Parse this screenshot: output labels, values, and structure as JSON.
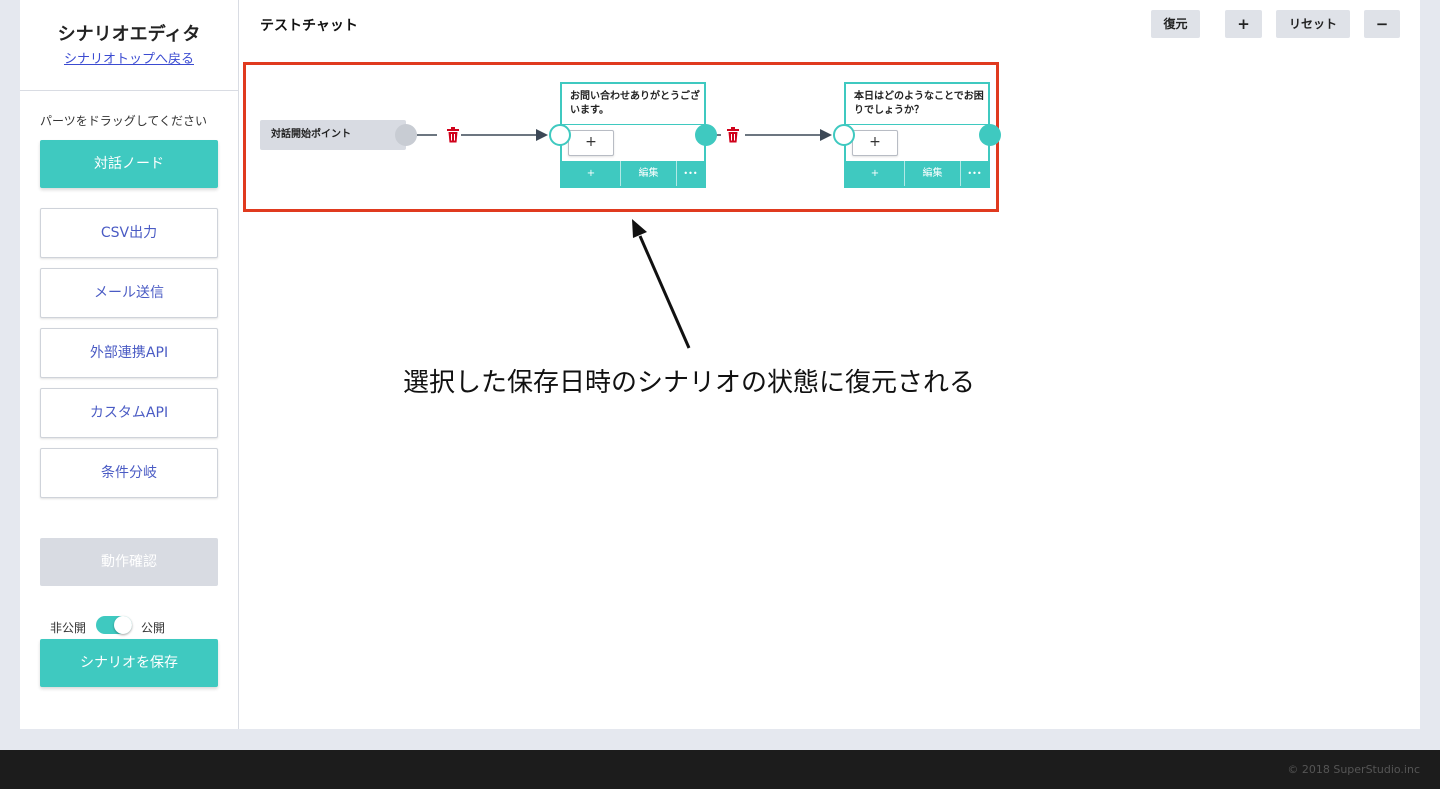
{
  "sidebar": {
    "title": "シナリオエディタ",
    "back_link": "シナリオトップへ戻る",
    "hint": "パーツをドラッグしてください",
    "dialog_node": "対話ノード",
    "parts": [
      "CSV出力",
      "メール送信",
      "外部連携API",
      "カスタムAPI",
      "条件分岐"
    ],
    "verify": "動作確認",
    "toggle": {
      "off_label": "非公開",
      "on_label": "公開",
      "state": "on"
    },
    "save": "シナリオを保存"
  },
  "canvas": {
    "title": "テストチャット",
    "toolbar": {
      "restore": "復元",
      "zoom_in": "+",
      "reset": "リセット",
      "zoom_out": "−"
    },
    "start_node": "対話開始ポイント",
    "nodes": [
      {
        "text": "お問い合わせありがとうございます。",
        "add": "+",
        "bar": {
          "add": "+",
          "edit": "編集",
          "more": "•••"
        }
      },
      {
        "text": "本日はどのようなことでお困りでしょうか？",
        "add": "+",
        "bar": {
          "add": "+",
          "edit": "編集",
          "more": "•••"
        }
      }
    ],
    "annotation": "選択した保存日時のシナリオの状態に復元される"
  },
  "footer": {
    "copyright": "© 2018 SuperStudio.inc"
  },
  "colors": {
    "accent": "#3fc9c0",
    "highlight": "#e03a1f",
    "link": "#3b4bd1",
    "trash": "#d0021b"
  }
}
